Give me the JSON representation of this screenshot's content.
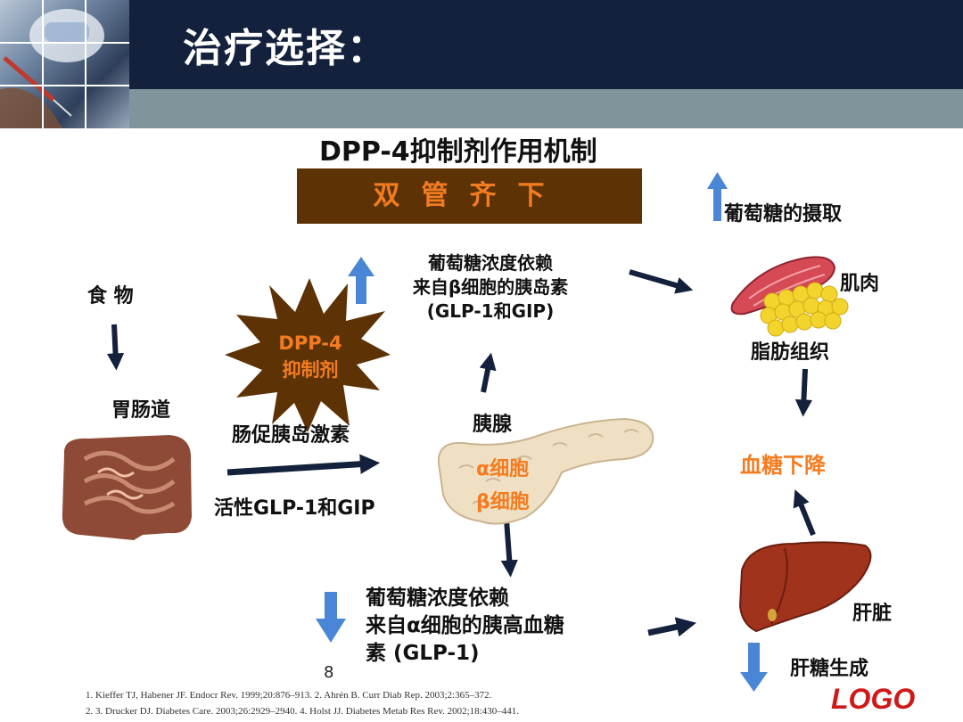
{
  "header": {
    "title": "治疗选择：",
    "photo_alt": "医生注射器照片"
  },
  "diagram": {
    "subtitle": "DPP-4抑制剂作用机制",
    "banner": "双管齐下",
    "food": "食 物",
    "gut": "胃肠道",
    "incretin": "肠促胰岛激素",
    "active": "活性GLP-1和GIP",
    "dpp4": [
      "DPP-4",
      "抑制剂"
    ],
    "insulin_lines": [
      "葡萄糖浓度依赖",
      "来自β细胞的胰岛素",
      "(GLP-1和GIP)"
    ],
    "pancreas": "胰腺",
    "alpha_cell": "α细胞",
    "beta_cell": "β细胞",
    "glucagon_lines": [
      "葡萄糖浓度依赖",
      "来自α细胞的胰高血糖",
      "素 (GLP-1)"
    ],
    "uptake": "葡萄糖的摄取",
    "muscle": "肌肉",
    "fat": "脂肪组织",
    "glucose_down": "血糖下降",
    "liver": "肝脏",
    "hepatic": "肝糖生成"
  },
  "footer": {
    "page_number": "8",
    "references": [
      "1.    Kieffer TJ, Habener JF. Endocr Rev. 1999;20:876–913. 2. Ahrén B. Curr Diab Rep. 2003;2:365–372.",
      "2.    3. Drucker DJ. Diabetes Care. 2003;26:2929–2940. 4. Holst JJ. Diabetes Metab Res Rev. 2002;18:430–441."
    ],
    "logo": "LOGO"
  },
  "colors": {
    "header_dark": "#14213d",
    "header_band": "#7f959b",
    "banner_bg": "#5d3306",
    "accent_orange": "#f47c20",
    "arrow_blue": "#4a86d6",
    "arrow_dark": "#14213d",
    "logo_red": "#d01818"
  }
}
